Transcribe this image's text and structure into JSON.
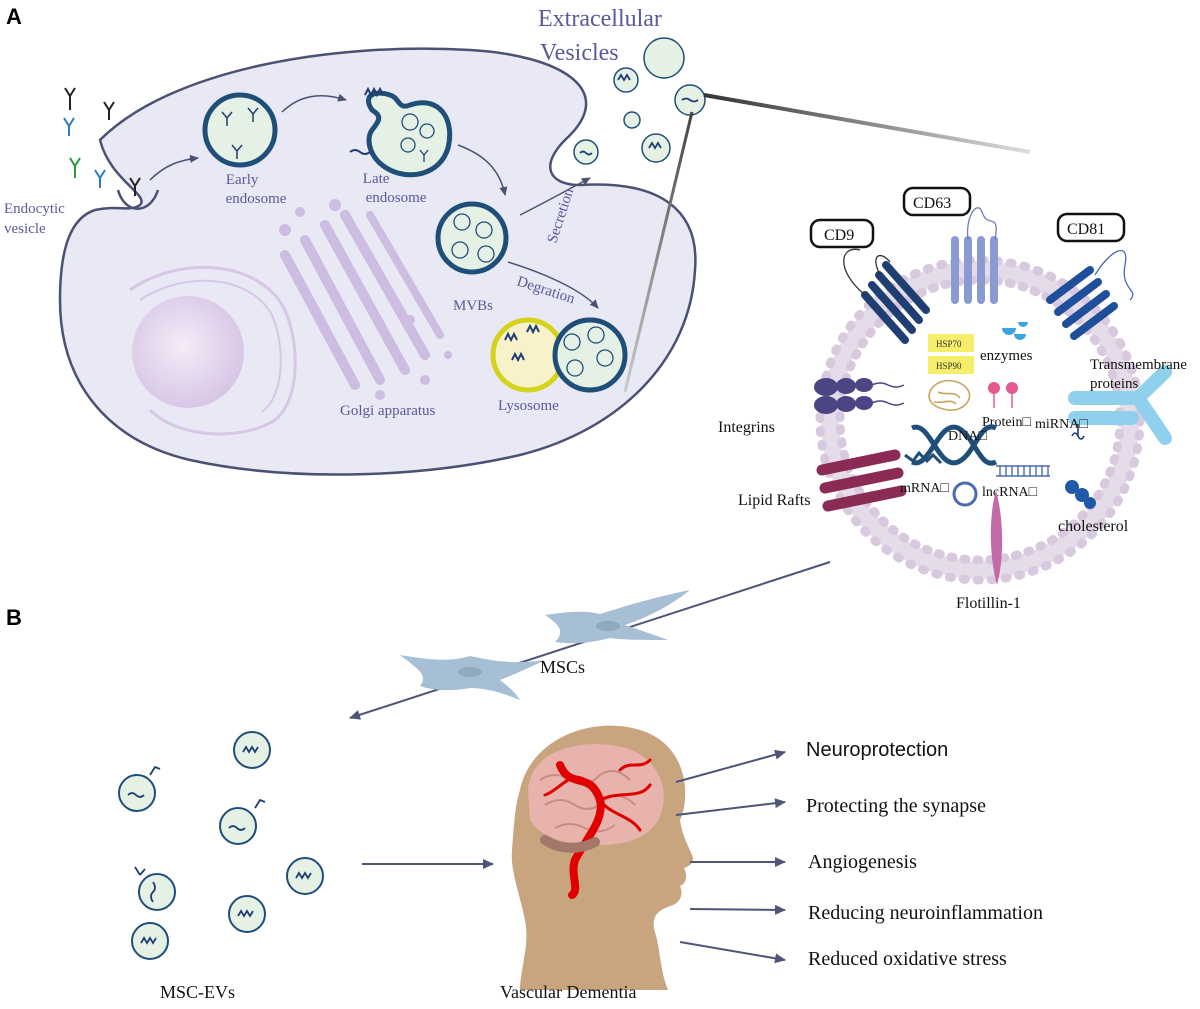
{
  "panels": {
    "a": "A",
    "b": "B"
  },
  "cell": {
    "endocytic_vesicle": [
      "Endocytic",
      "vesicle"
    ],
    "early_endosome": [
      "Early",
      "endosome"
    ],
    "late_endosome": [
      "Late",
      "endosome"
    ],
    "mvbs": "MVBs",
    "degration": "Degration",
    "secretion": "Secretion",
    "lysosome": "Lysosome",
    "golgi": "Golgi apparatus",
    "extracellular_vesicles": [
      "Extracellular",
      "Vesicles"
    ]
  },
  "ev": {
    "cd9": "CD9",
    "cd63": "CD63",
    "cd81": "CD81",
    "hsp70": "HSP70",
    "hsp90": "HSP90",
    "enzymes": "enzymes",
    "transmembrane_proteins": [
      "Transmembrane",
      "proteins"
    ],
    "integrins": "Integrins",
    "protein": "Protein□",
    "mirna": "miRNA□",
    "dna": "DNA□",
    "lipid_rafts": "Lipid Rafts",
    "mrna": "mRNA□",
    "lncrna": "lncRNA□",
    "cholesterol": "cholesterol",
    "flotillin": "Flotillin-1"
  },
  "panel_b": {
    "mscs": "MSCs",
    "msc_evs": "MSC-EVs",
    "vascular_dementia": "Vascular Dementia",
    "effects": [
      "Neuroprotection",
      "Protecting the synapse",
      "Angiogenesis",
      "Reducing neuroinflammation",
      "Reduced oxidative stress"
    ]
  },
  "colors": {
    "cell_fill": "#e9e8f5",
    "cell_stroke": "#4a5273",
    "vesicle_stroke": "#1f4e79",
    "vesicle_fill": "#e6f1e6",
    "label_purple": "#5a5a9a",
    "golgi": "#cdbde0",
    "marker_dark": "#1f3f72",
    "lysosome_ring": "#d4d21a"
  }
}
